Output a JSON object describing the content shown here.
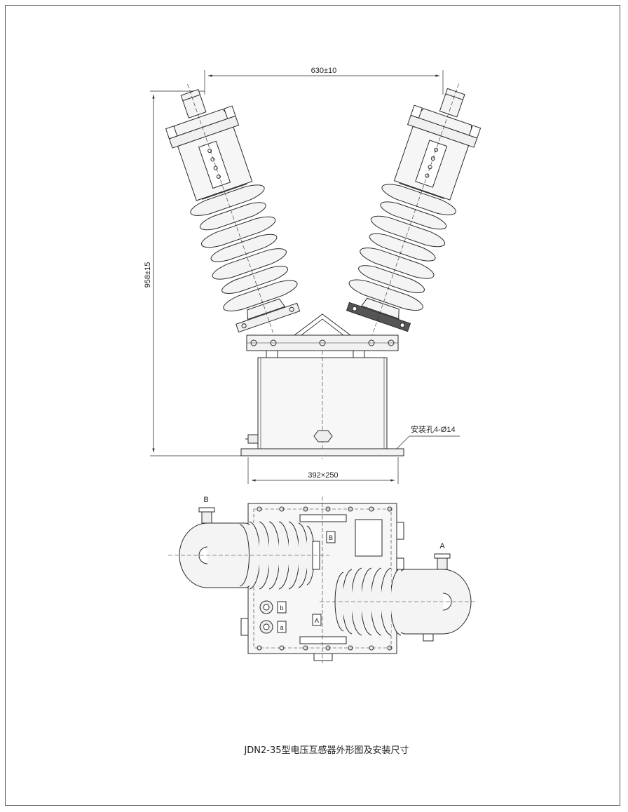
{
  "dimensions": {
    "top_width": "630±10",
    "height": "958±15",
    "base": "392×250",
    "mount_hole": "安装孔4-Ø14"
  },
  "terminals": {
    "b_upper": "B",
    "a_upper": "A",
    "plate_b": "B",
    "plate_a": "A",
    "low_b": "b",
    "low_a": "a"
  },
  "caption": "JDN2-35型电压互感器外形图及安装尺寸",
  "colors": {
    "line": "#2a2a2a",
    "fill": "#f2f2f2"
  }
}
